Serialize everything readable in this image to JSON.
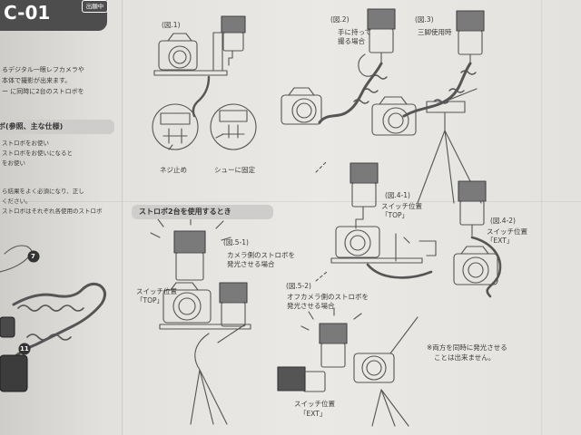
{
  "title": "C-01",
  "badge": "出願中",
  "intro_lines": [
    "るデジタル一眼レフカメラや",
    "本体で撮影が出来ます。",
    "ー に同時に2台のストロボを"
  ],
  "left_section_title": "ボ(参照、主な仕様)",
  "left_section_lines": [
    "ストロボをお使い",
    "ストロボをお使いになると",
    "をお使い"
  ],
  "left_bottom_lines": [
    "ら結果をよく必須になり、正し",
    "ください。",
    "ストロボはそれぞれ各使用のストロボ"
  ],
  "callouts": {
    "c7": "7",
    "c11": "11"
  },
  "figures": {
    "fig1": "(図.1)",
    "fig2": "(図.2)",
    "fig2_caption": [
      "手に持って",
      "撮る場合"
    ],
    "fig3": "(図.3)",
    "fig3_caption": "三脚使用時",
    "screw": "ネジ止め",
    "shoe": "シューに固定",
    "fig41": "(図.4-1)",
    "fig41_switch": [
      "スイッチ位置",
      "「TOP」"
    ],
    "fig42": "(図.4-2)",
    "fig42_switch": [
      "スイッチ位置",
      "「EXT」"
    ],
    "section2_title": "ストロボ2台を使用するとき",
    "fig51": "(図.5-1)",
    "fig51_caption": [
      "カメラ側のストロボを",
      "発光させる場合"
    ],
    "fig51_switch": [
      "スイッチ位置",
      "「TOP」"
    ],
    "fig52": "(図.5-2)",
    "fig52_caption": [
      "オフカメラ側のストロボを",
      "発光させる場合"
    ],
    "fig52_switch": [
      "スイッチ位置",
      "「EXT」"
    ],
    "note": [
      "※両方を同時に発光させる",
      "ことは出来ません。"
    ]
  },
  "colors": {
    "paper": "#e8e6e2",
    "ink": "#3a3a3a",
    "title_bg": "#4d4d4d",
    "section_bg": "#cfcdcb"
  }
}
